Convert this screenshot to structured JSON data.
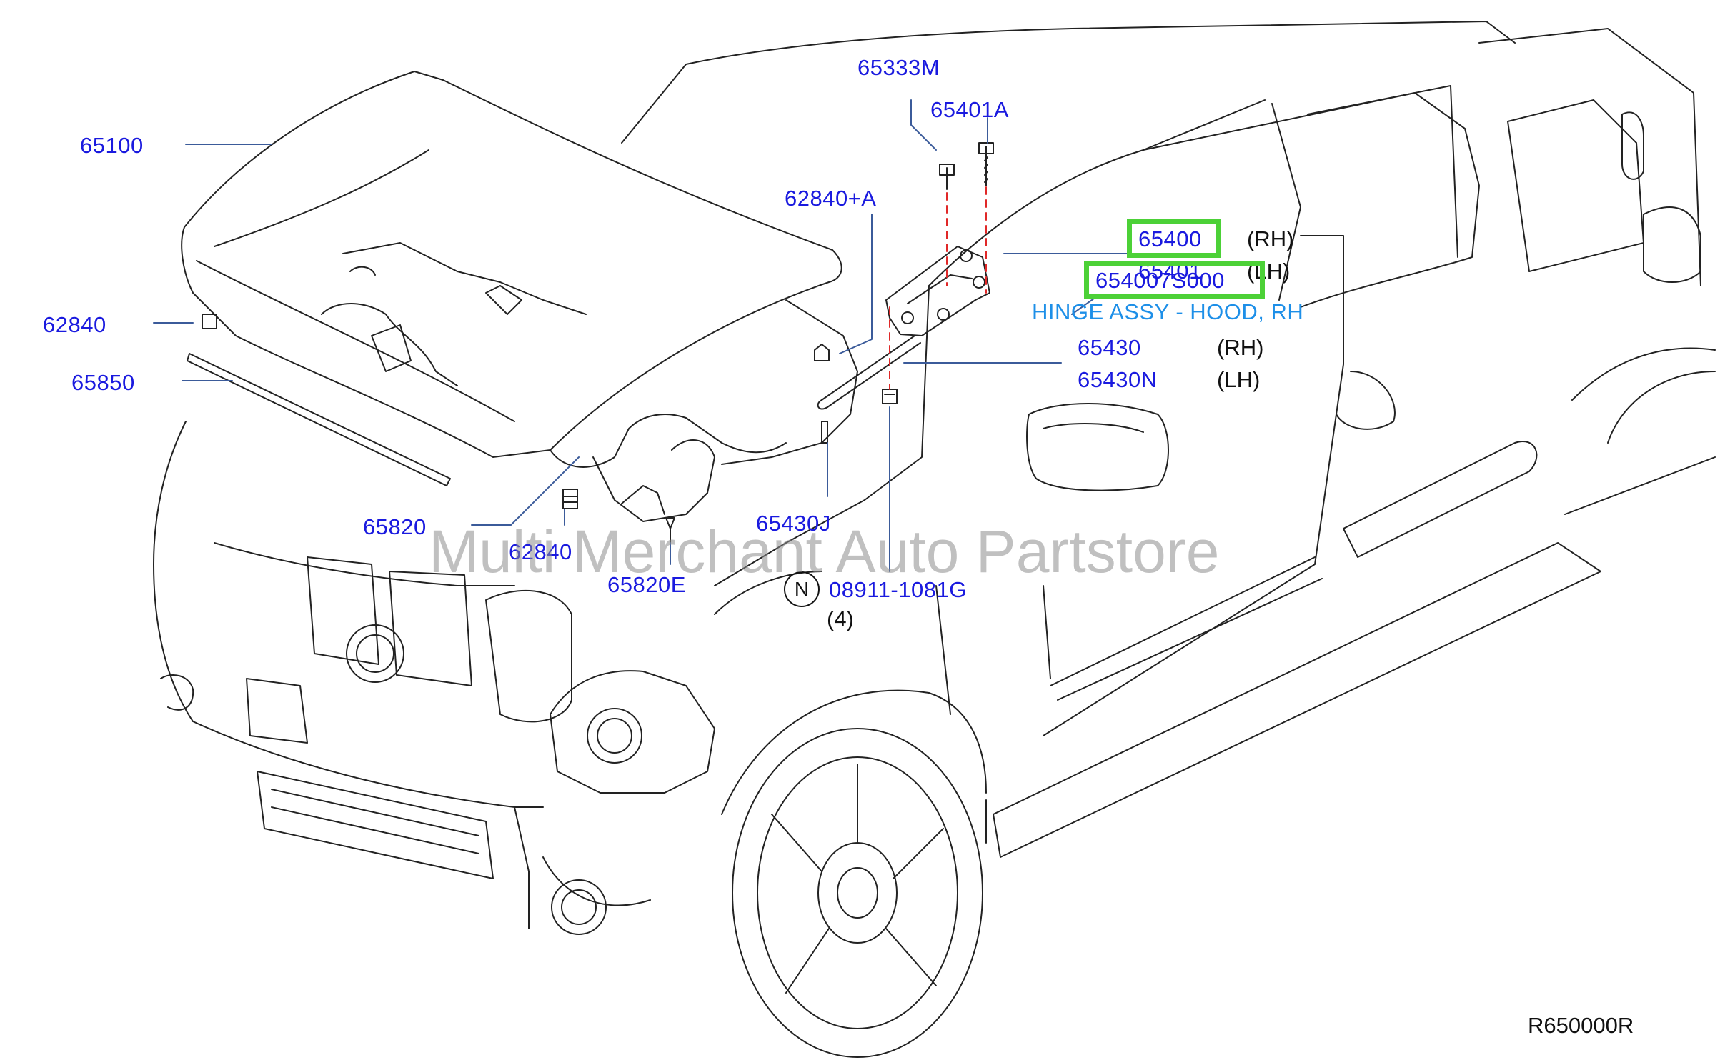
{
  "labels": {
    "p65100": "65100",
    "p62840_top": "62840",
    "p65850": "65850",
    "p65820": "65820",
    "p62840_mid": "62840",
    "p65820E": "65820E",
    "p65333M": "65333M",
    "p65401A": "65401A",
    "p62840A": "62840+A",
    "p65400": "65400",
    "p65401": "65401",
    "p654007S000": "654007S000",
    "p65430": "65430",
    "p65430N": "65430N",
    "p65430J": "65430J",
    "p08911": "08911-1081G"
  },
  "sides": {
    "rh1": "(RH)",
    "lh1": "(LH)",
    "rh2": "(RH)",
    "lh2": "(LH)"
  },
  "qty": "(4)",
  "n_symbol": "N",
  "description": "HINGE ASSY - HOOD, RH",
  "watermark": "Multi Merchant Auto Partstore",
  "diagram_ref": "R650000R",
  "colors": {
    "part_number": "#1a1adf",
    "highlight": "#4cd137",
    "description": "#1d8fe8"
  }
}
